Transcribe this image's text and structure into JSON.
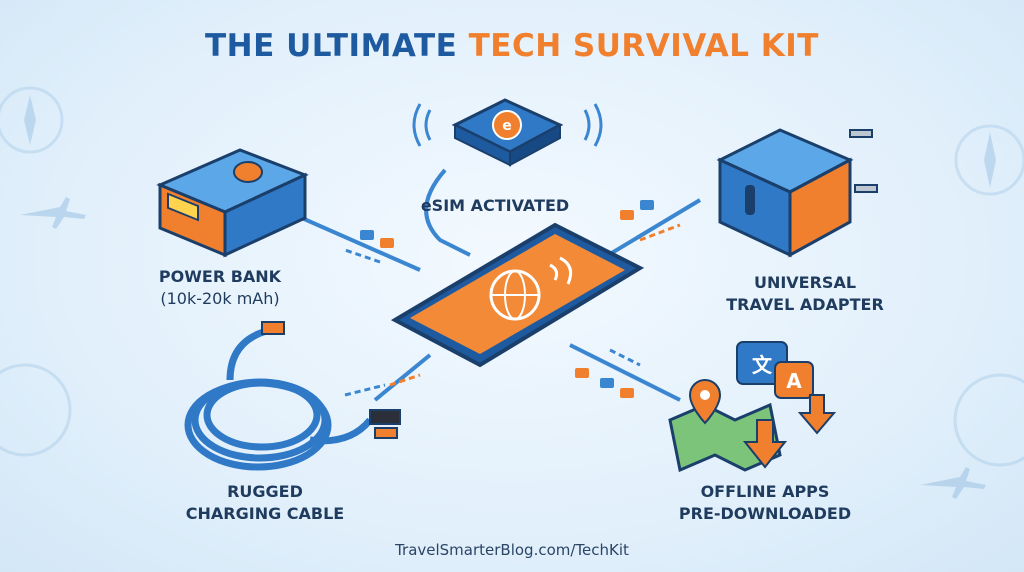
{
  "title": {
    "part1": "THE ULTIMATE",
    "part2": "TECH SURVIVAL KIT"
  },
  "items": {
    "power_bank": {
      "label": "POWER BANK",
      "sublabel": "(10k-20k mAh)"
    },
    "esim": {
      "label": "eSIM ACTIVATED",
      "chip_letter": "e"
    },
    "adapter": {
      "line1": "UNIVERSAL",
      "line2": "TRAVEL ADAPTER"
    },
    "cable": {
      "line1": "RUGGED",
      "line2": "CHARGING CABLE"
    },
    "offline_apps": {
      "line1": "OFFLINE APPS",
      "line2": "PRE-DOWNLOADED",
      "translate_glyph1": "文",
      "translate_glyph2": "A"
    }
  },
  "footer": "TravelSmarterBlog.com/TechKit",
  "colors": {
    "blue": "#1e5aa0",
    "orange": "#f07f2e",
    "navy": "#1f3b5e"
  }
}
